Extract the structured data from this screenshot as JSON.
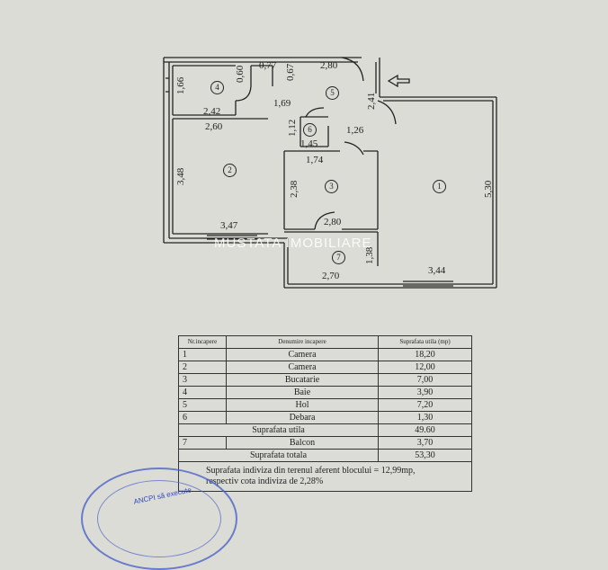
{
  "plan": {
    "watermark": "MUSTATA IMOBILIARE",
    "arrow": "entrance-arrow",
    "room_numbers": [
      "1",
      "2",
      "3",
      "4",
      "5",
      "6",
      "7"
    ],
    "dimensions": {
      "d1": "0,60",
      "d2": "0,77",
      "d3": "0,67",
      "d4": "2,80",
      "d5": "1,66",
      "d6": "2,42",
      "d7": "1,69",
      "d8": "2,41",
      "d9": "2,60",
      "d10": "1,12",
      "d11": "1,26",
      "d12": "1,45",
      "d13": "1,74",
      "d14": "3,48",
      "d15": "2,38",
      "d16": "5,30",
      "d17": "2,80",
      "d18": "3,47",
      "d19": "1,38",
      "d20": "3,44",
      "d21": "2,70"
    }
  },
  "table": {
    "headers": [
      "Nr.incapere",
      "Denumire incapere",
      "Suprafata utila (mp)"
    ],
    "rows": [
      {
        "nr": "1",
        "name": "Camera",
        "area": "18,20"
      },
      {
        "nr": "2",
        "name": "Camera",
        "area": "12,00"
      },
      {
        "nr": "3",
        "name": "Bucatarie",
        "area": "7,00"
      },
      {
        "nr": "4",
        "name": "Baie",
        "area": "3,90"
      },
      {
        "nr": "5",
        "name": "Hol",
        "area": "7,20"
      },
      {
        "nr": "6",
        "name": "Debara",
        "area": "1,30"
      }
    ],
    "suprafata_utila_label": "Suprafata utila",
    "suprafata_utila_value": "49.60",
    "balcon": {
      "nr": "7",
      "name": "Balcon",
      "area": "3,70"
    },
    "suprafata_totala_label": "Suprafata totala",
    "suprafata_totala_value": "53,30",
    "note_line1": "Suprafata indiviza din terenul aferent blocului = 12,99mp,",
    "note_line2": "respectiv cota indiviza de 2,28%"
  },
  "stamp": {
    "text": "ANCPI să execute"
  }
}
